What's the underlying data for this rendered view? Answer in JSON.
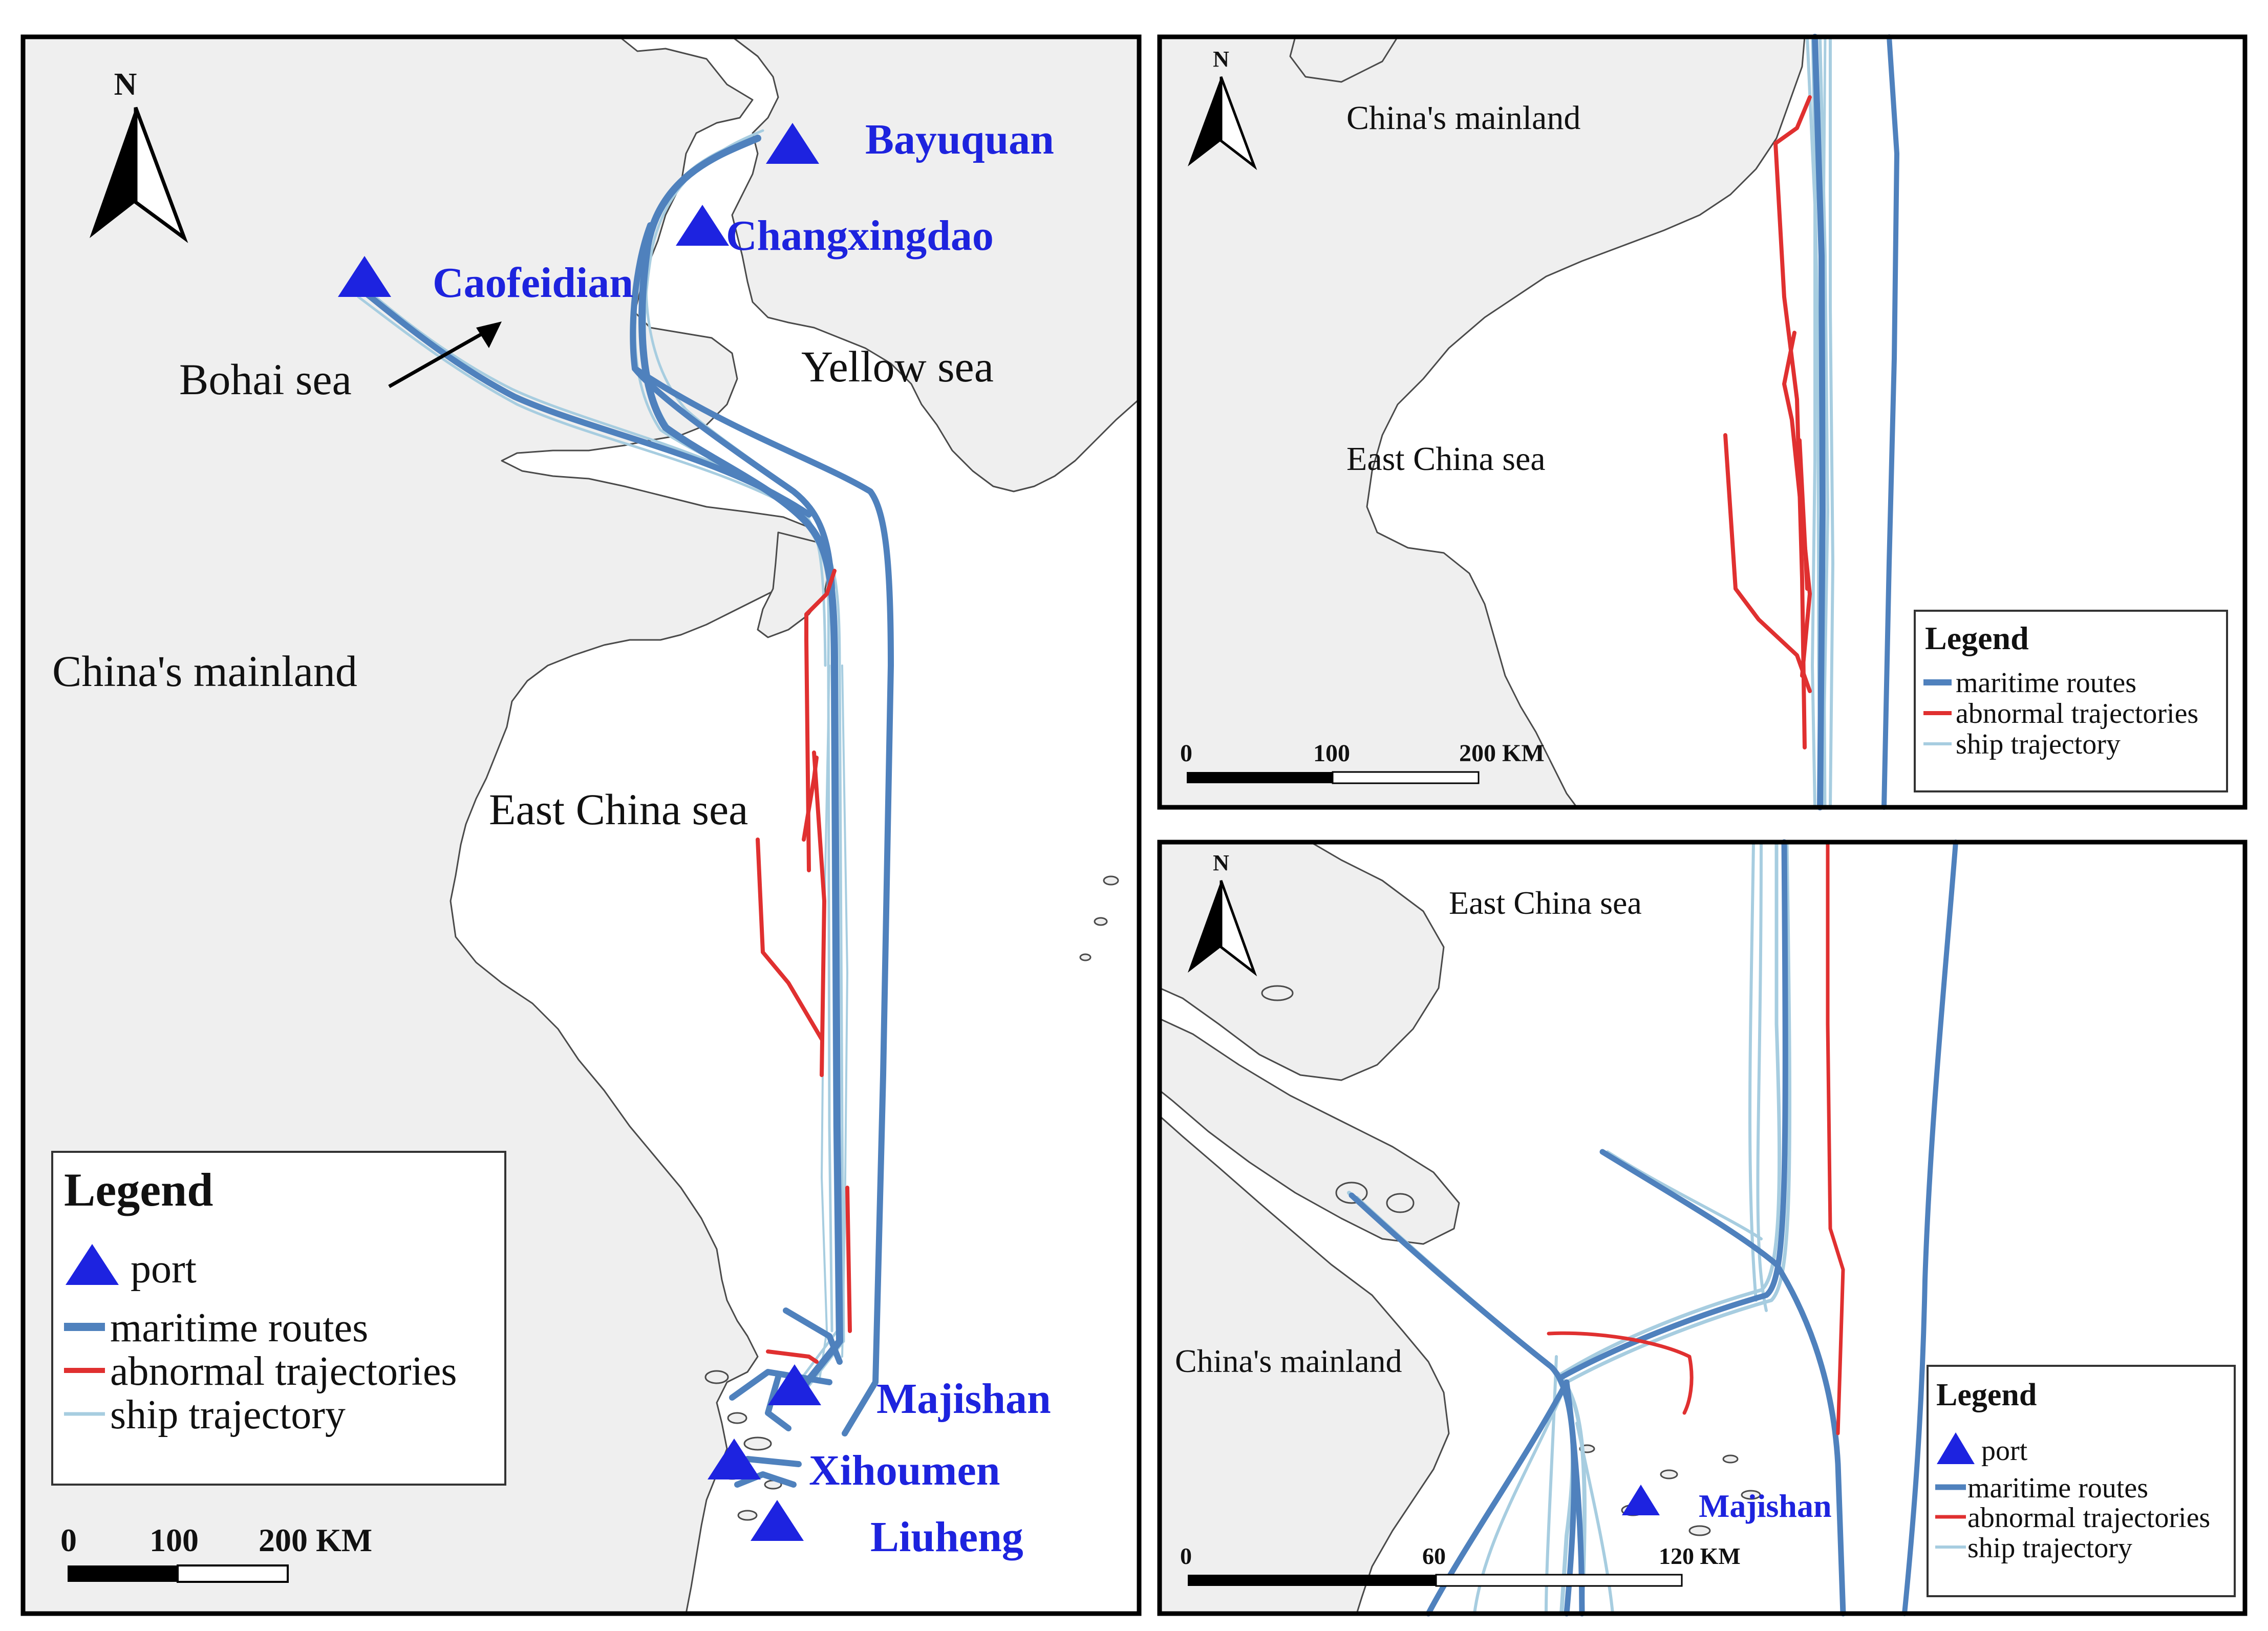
{
  "panels": {
    "main": {
      "ports": [
        "Bayuquan",
        "Changxingdao",
        "Caofeidian",
        "Majishan",
        "Xihoumen",
        "Liuheng"
      ],
      "places": {
        "bohai": "Bohai sea",
        "yellow": "Yellow sea",
        "mainland": "China's mainland",
        "east_china": "East China sea"
      },
      "north": "N",
      "legend": {
        "title": "Legend",
        "port": "port",
        "routes": "maritime routes",
        "abnormal": "abnormal trajectories",
        "trajectory": "ship trajectory"
      },
      "scale": [
        "0",
        "100",
        "200 KM"
      ]
    },
    "top_right": {
      "places": {
        "mainland": "China's mainland",
        "east_china": "East China sea"
      },
      "north": "N",
      "legend": {
        "title": "Legend",
        "routes": "maritime routes",
        "abnormal": "abnormal trajectories",
        "trajectory": "ship trajectory"
      },
      "scale": [
        "0",
        "100",
        "200 KM"
      ]
    },
    "bottom_right": {
      "places": {
        "east_china": "East China sea",
        "mainland": "China's mainland"
      },
      "port": "Majishan",
      "north": "N",
      "legend": {
        "title": "Legend",
        "port": "port",
        "routes": "maritime routes",
        "abnormal": "abnormal trajectories",
        "trajectory": "ship trajectory"
      },
      "scale": [
        "0",
        "60",
        "120 KM"
      ]
    }
  },
  "colors": {
    "maritime_route": "#4f81bd",
    "abnormal_trajectory": "#e03030",
    "ship_trajectory": "#a7cde0",
    "port": "#1d23e0",
    "land": "#efefef"
  }
}
